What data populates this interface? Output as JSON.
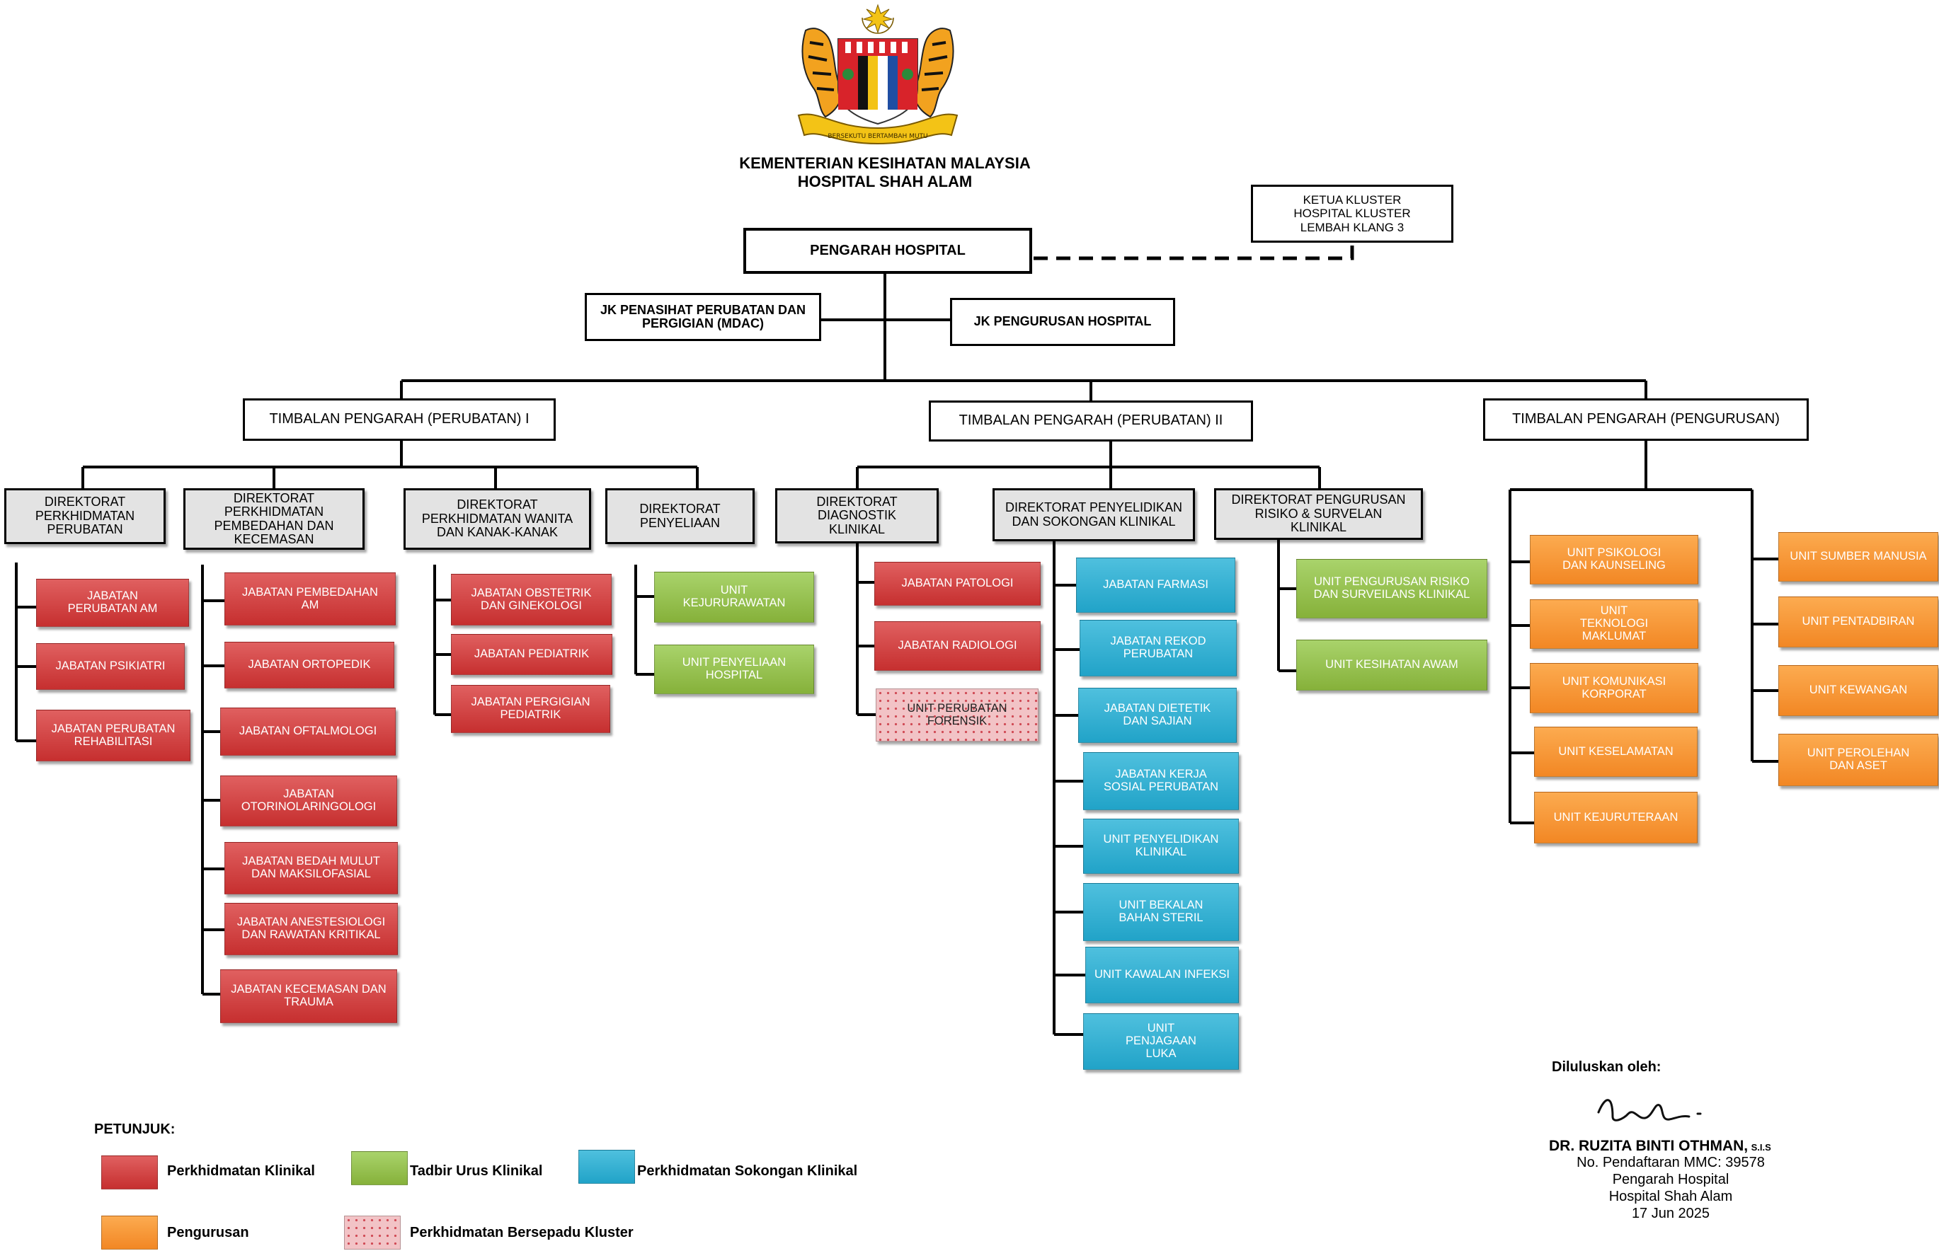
{
  "header": {
    "crest_text": [
      "BERSEKUTU BERTAMBAH MUTU"
    ],
    "line1": "KEMENTERIAN KESIHATAN MALAYSIA",
    "line2": "HOSPITAL SHAH ALAM"
  },
  "top": {
    "cluster_head": [
      "KETUA KLUSTER",
      "HOSPITAL KLUSTER",
      "LEMBAH KLANG 3"
    ],
    "director": "PENGARAH HOSPITAL",
    "mdac": "JK PENASIHAT PERUBATAN DAN PERGIGIAN (MDAC)",
    "mgmt_committee": "JK PENGURUSAN HOSPITAL"
  },
  "deputies": {
    "med1": "TIMBALAN PENGARAH (PERUBATAN) I",
    "med2": "TIMBALAN PENGARAH (PERUBATAN) II",
    "mgmt": "TIMBALAN PENGARAH (PENGURUSAN)"
  },
  "directorates": {
    "perkhidmatan_perubatan": "DIREKTORAT PERKHIDMATAN PERUBATAN",
    "pembedahan": "DIREKTORAT PERKHIDMATAN PEMBEDAHAN DAN KECEMASAN",
    "wanita": "DIREKTORAT PERKHIDMATAN WANITA DAN KANAK-KANAK",
    "penyeliaan": "DIREKTORAT PENYELIAAN",
    "diagnostik": "DIREKTORAT DIAGNOSTIK KLINIKAL",
    "penyelidikan": "DIREKTORAT PENYELIDIKAN DAN SOKONGAN KLINIKAL",
    "risiko": "DIREKTORAT PENGURUSAN RISIKO & SURVELAN KLINIKAL"
  },
  "units": {
    "perkhidmatan_perubatan": [
      "JABATAN PERUBATAN AM",
      "JABATAN PSIKIATRI",
      "JABATAN PERUBATAN REHABILITASI"
    ],
    "pembedahan": [
      "JABATAN PEMBEDAHAN AM",
      "JABATAN ORTOPEDIK",
      "JABATAN OFTALMOLOGI",
      "JABATAN OTORINOLARINGOLOGI",
      "JABATAN BEDAH MULUT DAN MAKSILOFASIAL",
      "JABATAN ANESTESIOLOGI DAN RAWATAN KRITIKAL",
      "JABATAN KECEMASAN DAN TRAUMA"
    ],
    "wanita": [
      "JABATAN OBSTETRIK DAN GINEKOLOGI",
      "JABATAN PEDIATRIK",
      "JABATAN PERGIGIAN PEDIATRIK"
    ],
    "penyeliaan": [
      "UNIT KEJURURAWATAN",
      "UNIT PENYELIAAN HOSPITAL"
    ],
    "diagnostik": [
      "JABATAN PATOLOGI",
      "JABATAN RADIOLOGI",
      "UNIT PERUBATAN FORENSIK"
    ],
    "penyelidikan": [
      "JABATAN FARMASI",
      "JABATAN REKOD PERUBATAN",
      "JABATAN DIETETIK DAN SAJIAN",
      "JABATAN KERJA SOSIAL PERUBATAN",
      "UNIT PENYELIDIKAN KLINIKAL",
      "UNIT BEKALAN BAHAN STERIL",
      "UNIT KAWALAN INFEKSI",
      "UNIT PENJAGAAN LUKA"
    ],
    "risiko": [
      "UNIT PENGURUSAN RISIKO DAN SURVEILANS KLINIKAL",
      "UNIT KESIHATAN AWAM"
    ],
    "pengurusan_left": [
      "UNIT PSIKOLOGI DAN KAUNSELING",
      "UNIT TEKNOLOGI MAKLUMAT",
      "UNIT KOMUNIKASI KORPORAT",
      "UNIT KESELAMATAN",
      "UNIT KEJURUTERAAN"
    ],
    "pengurusan_right": [
      "UNIT SUMBER MANUSIA",
      "UNIT PENTADBIRAN",
      "UNIT KEWANGAN",
      "UNIT PEROLEHAN DAN ASET"
    ]
  },
  "legend": {
    "title": "PETUNJUK:",
    "items": [
      {
        "label": "Perkhidmatan Klinikal",
        "color": "#cf3b3b"
      },
      {
        "label": "Tadbir Urus Klinikal",
        "color": "#92c04b"
      },
      {
        "label": "Perkhidmatan Sokongan Klinikal",
        "color": "#2eaed2"
      },
      {
        "label": "Pengurusan",
        "color": "#f5922c"
      },
      {
        "label": "Perkhidmatan Bersepadu Kluster",
        "color": "#f2c3c6"
      }
    ]
  },
  "approval": {
    "heading": "Diluluskan oleh:",
    "name": "DR. RUZITA BINTI OTHMAN,",
    "honorific": "S.I.S",
    "mmc": "No. Pendaftaran MMC: 39578",
    "position": "Pengarah Hospital",
    "hospital": "Hospital Shah Alam",
    "date": "17 Jun 2025"
  }
}
